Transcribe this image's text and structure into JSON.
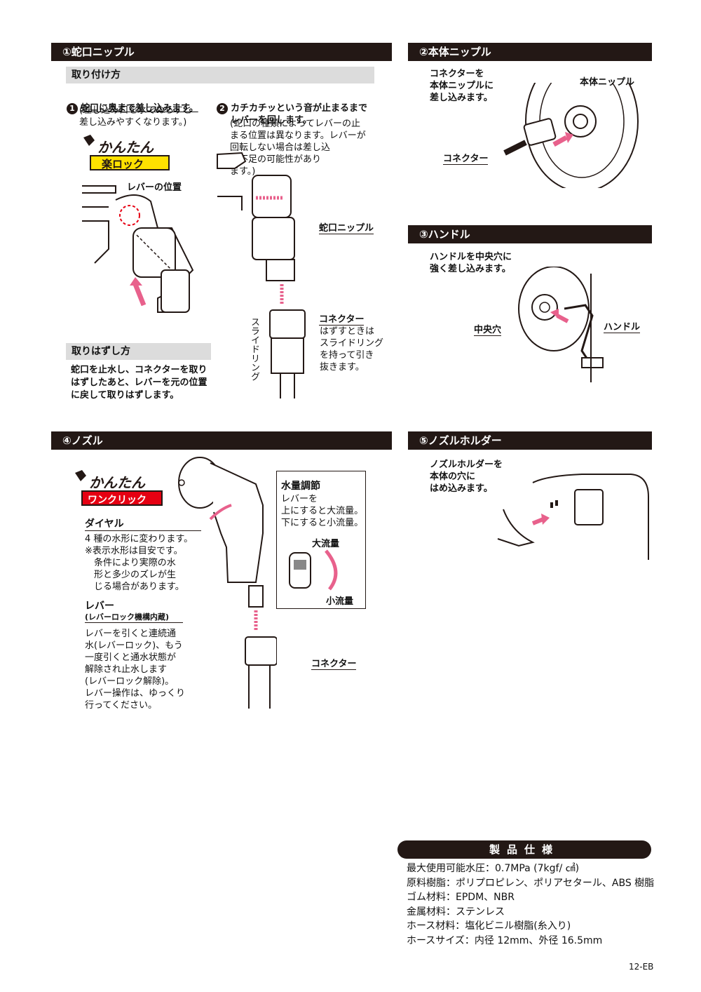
{
  "sections": {
    "s1": {
      "title": "①蛇口ニップル"
    },
    "s2": {
      "title": "②本体ニップル"
    },
    "s3": {
      "title": "③ハンドル"
    },
    "s4": {
      "title": "④ノズル"
    },
    "s5": {
      "title": "⑤ノズルホルダー"
    }
  },
  "install": {
    "heading": "取り付け方",
    "step1_num": "1",
    "step1_title": "蛇口に奥まで差し込みます。",
    "step1_note": "(差し込み口を水でぬらすと\n差し込みやすくなります。)",
    "step2_num": "2",
    "step2_title": "カチカチッという音が止まるまで\nレバーを回します。",
    "step2_note": "(蛇口の種類によってレバーの止\nまる位置は異なります。レバーが\n回転しない場合は差し込\nみ不足の可能性があり\nます。)",
    "badge_top": "かんたん",
    "badge_bottom": "楽ロック",
    "lever_position": "レバーの位置",
    "faucet_nipple_label": "蛇口ニップル",
    "connector_label": "コネクター",
    "connector_note": "はずすときは\nスライドリング\nを持って引き\n抜きます。",
    "slide_ring": "スライドリング"
  },
  "remove": {
    "heading": "取りはずし方",
    "text": "蛇口を止水し、コネクターを取り\nはずしたあと、レバーを元の位置\nに戻して取りはずします。"
  },
  "body_nipple": {
    "instruction": "コネクターを\n本体ニップルに\n差し込みます。",
    "nipple_label": "本体ニップル",
    "connector_label": "コネクター"
  },
  "handle": {
    "instruction": "ハンドルを中央穴に\n強く差し込みます。",
    "center_hole": "中央穴",
    "handle_label": "ハンドル"
  },
  "nozzle": {
    "badge_top": "かんたん",
    "badge_bottom": "ワンクリック",
    "dial_title": "ダイヤル",
    "dial_text": "4 種の水形に変わります。\n※表示水形は目安です。\n　条件により実際の水\n　形と多少のズレが生\n　じる場合があります。",
    "lever_title": "レバー",
    "lever_subtitle": "(レバーロック機構内蔵)",
    "lever_text": "レバーを引くと連続通\n水(レバーロック)、もう\n一度引くと通水状態が\n解除され止水します\n(レバーロック解除)。\nレバー操作は、ゆっくり\n行ってください。",
    "flow_title": "水量調節",
    "flow_text": "レバーを\n上にすると大流量。\n下にすると小流量。",
    "flow_high": "大流量",
    "flow_low": "小流量",
    "connector_label": "コネクター"
  },
  "nozzle_holder": {
    "instruction": "ノズルホルダーを\n本体の穴に\nはめ込みます。"
  },
  "spec": {
    "heading": "製品仕様",
    "lines": [
      "最大使用可能水圧：0.7MPa (7kgf/ ㎠)",
      "原料樹脂：ポリプロピレン、ポリアセタール、ABS 樹脂",
      "ゴム材料：EPDM、NBR",
      "金属材料：ステンレス",
      "ホース材料：塩化ビニル樹脂(糸入り)",
      "ホースサイズ：内径 12mm、外径 16.5mm"
    ]
  },
  "page_code": "12-EB",
  "colors": {
    "bar": "#231815",
    "sub_bar": "#dcdcdc",
    "accent_pink": "#e8618c",
    "badge_yellow": "#ffe100",
    "badge_red": "#e60012"
  }
}
